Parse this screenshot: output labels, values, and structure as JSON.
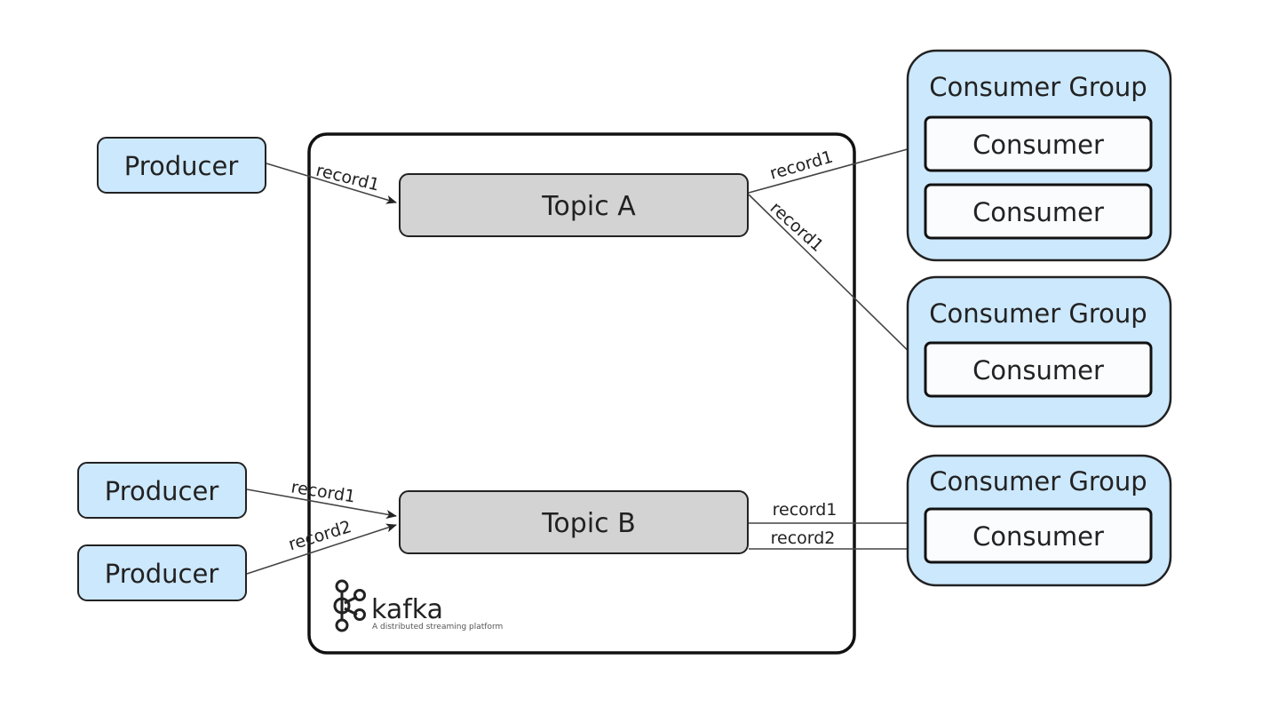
{
  "colors": {
    "producer_fill": "#cce8fc",
    "group_fill": "#cce8fc",
    "consumer_fill": "#fbfcfe",
    "topic_fill": "#d3d3d3",
    "stroke": "#222222",
    "edge": "#444444"
  },
  "producers": [
    {
      "label": "Producer"
    },
    {
      "label": "Producer"
    },
    {
      "label": "Producer"
    }
  ],
  "topics": [
    {
      "label": "Topic A"
    },
    {
      "label": "Topic B"
    }
  ],
  "consumer_groups": [
    {
      "title": "Consumer Group",
      "consumers": [
        {
          "label": "Consumer"
        },
        {
          "label": "Consumer"
        }
      ]
    },
    {
      "title": "Consumer Group",
      "consumers": [
        {
          "label": "Consumer"
        }
      ]
    },
    {
      "title": "Consumer Group",
      "consumers": [
        {
          "label": "Consumer"
        }
      ]
    }
  ],
  "edges": [
    {
      "from": "producer-1",
      "to": "topic-a",
      "label": "record1"
    },
    {
      "from": "topic-a",
      "to": "group-1-consumer-1",
      "label": "record1"
    },
    {
      "from": "topic-a",
      "to": "group-2-consumer-1",
      "label": "record1"
    },
    {
      "from": "producer-2",
      "to": "topic-b",
      "label": "record1"
    },
    {
      "from": "producer-3",
      "to": "topic-b",
      "label": "record2"
    },
    {
      "from": "topic-b",
      "to": "group-3-consumer-1",
      "label": "record1"
    },
    {
      "from": "topic-b",
      "to": "group-3-consumer-1",
      "label": "record2"
    }
  ],
  "logo": {
    "wordmark": "kafka",
    "tagline": "A distributed streaming platform",
    "icon": "kafka-logo-icon"
  }
}
